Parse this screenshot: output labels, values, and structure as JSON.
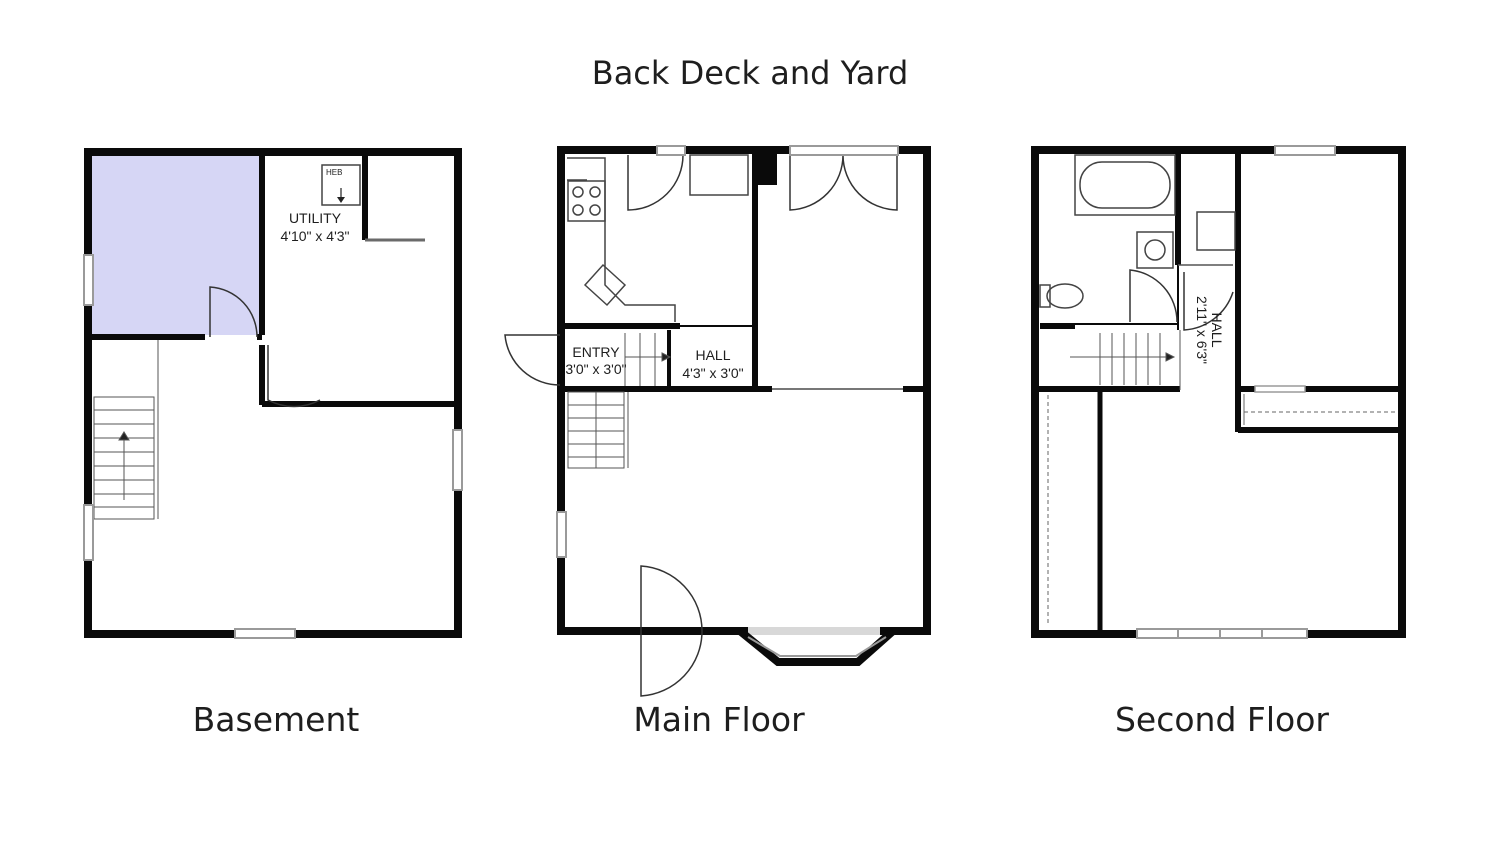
{
  "title": "Back Deck and Yard",
  "floors": {
    "basement": {
      "label": "Basement",
      "utility_name": "UTILITY",
      "utility_dims": "4'10\" x 4'3\"",
      "appliance_tag": "HEB"
    },
    "main": {
      "label": "Main Floor",
      "entry_name": "ENTRY",
      "entry_dims": "3'0\" x 3'0\"",
      "hall_name": "HALL",
      "hall_dims": "4'3\" x 3'0\""
    },
    "second": {
      "label": "Second Floor",
      "hall_name": "HALL",
      "hall_dims": "2'11\" x 6'3\""
    }
  },
  "colors": {
    "wall": "#0a0a0a",
    "highlight_room": "#d6d6f5",
    "window": "#9a9a9a",
    "text": "#1e1e1e"
  }
}
